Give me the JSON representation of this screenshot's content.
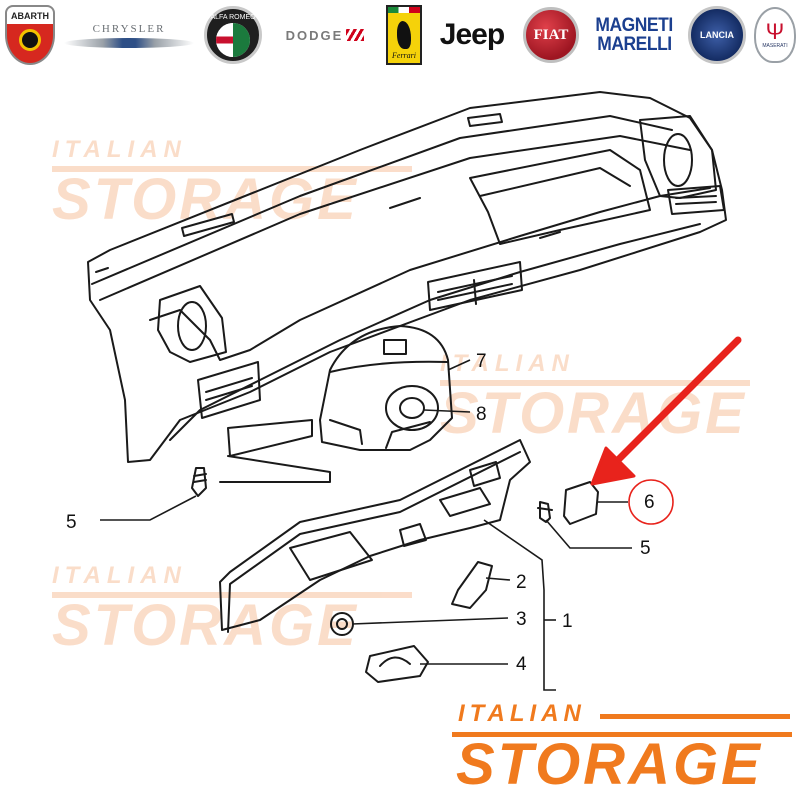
{
  "brands": [
    {
      "id": "abarth",
      "label": "ABARTH"
    },
    {
      "id": "chrysler",
      "label": "CHRYSLER"
    },
    {
      "id": "alfa-romeo",
      "label": "ALFA ROMEO"
    },
    {
      "id": "dodge",
      "label": "DODGE"
    },
    {
      "id": "ferrari",
      "label": "Ferrari"
    },
    {
      "id": "jeep",
      "label": "Jeep"
    },
    {
      "id": "fiat",
      "label": "FIAT"
    },
    {
      "id": "magneti-marelli",
      "label": "MAGNETI MARELLI",
      "line1": "MAGNETI",
      "line2": "MARELLI"
    },
    {
      "id": "lancia",
      "label": "LANCIA"
    },
    {
      "id": "maserati",
      "label": "MASERATI"
    }
  ],
  "watermark": {
    "line1": "ITALIAN",
    "line2": "STORAGE"
  },
  "brand_logo": {
    "line1": "ITALIAN",
    "line2": "STORAGE",
    "color": "#f07a1e"
  },
  "diagram": {
    "callouts": [
      "7",
      "8",
      "5",
      "6",
      "5",
      "2",
      "3",
      "1",
      "4"
    ],
    "highlighted_part": "6",
    "arrow_color": "#e8231c",
    "highlight_circle_color": "#e8231c"
  }
}
